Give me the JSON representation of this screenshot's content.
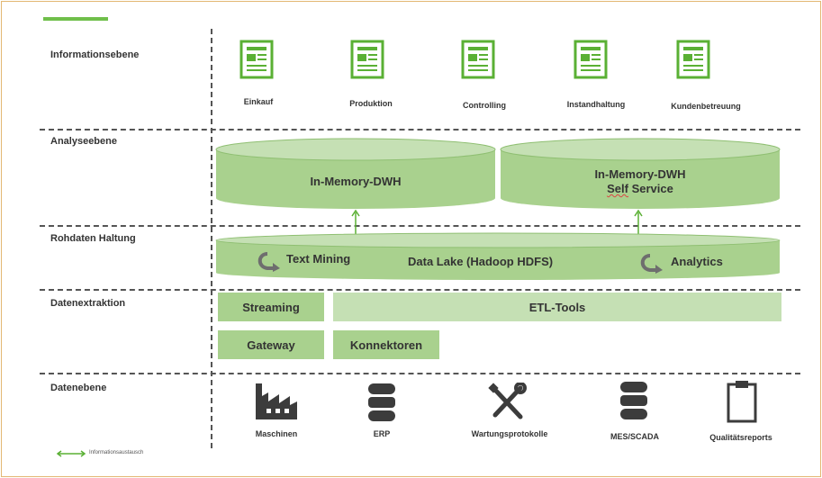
{
  "levels": {
    "information": "Informationsebene",
    "analysis": "Analyseebene",
    "raw": "Rohdaten Haltung",
    "extraction": "Datenextraktion",
    "data": "Datenebene"
  },
  "departments": [
    "Einkauf",
    "Produktion",
    "Controlling",
    "Instandhaltung",
    "Kundenbetreuung"
  ],
  "analysis": {
    "dwh1": "In-Memory-DWH",
    "dwh2_line1": "In-Memory-DWH",
    "dwh2_self": "Self",
    "dwh2_service": " Service"
  },
  "raw": {
    "text_mining": "Text Mining",
    "data_lake": "Data Lake (Hadoop HDFS)",
    "analytics": "Analytics"
  },
  "extraction": {
    "streaming": "Streaming",
    "etl": "ETL-Tools",
    "gateway": "Gateway",
    "konnektoren": "Konnektoren"
  },
  "sources": [
    {
      "label": "Maschinen",
      "icon": "factory-icon"
    },
    {
      "label": "ERP",
      "icon": "database-icon"
    },
    {
      "label": "Wartungsprotokolle",
      "icon": "tools-icon"
    },
    {
      "label": "MES/SCADA",
      "icon": "database-icon"
    },
    {
      "label": "Qualitätsreports",
      "icon": "clipboard-icon"
    }
  ],
  "legend": {
    "label": "Informationsaustausch"
  },
  "colors": {
    "accent": "#6fbf4a",
    "cylinder": "#a9d18e",
    "box_light": "#c5e0b4",
    "frame": "#e3b873"
  }
}
